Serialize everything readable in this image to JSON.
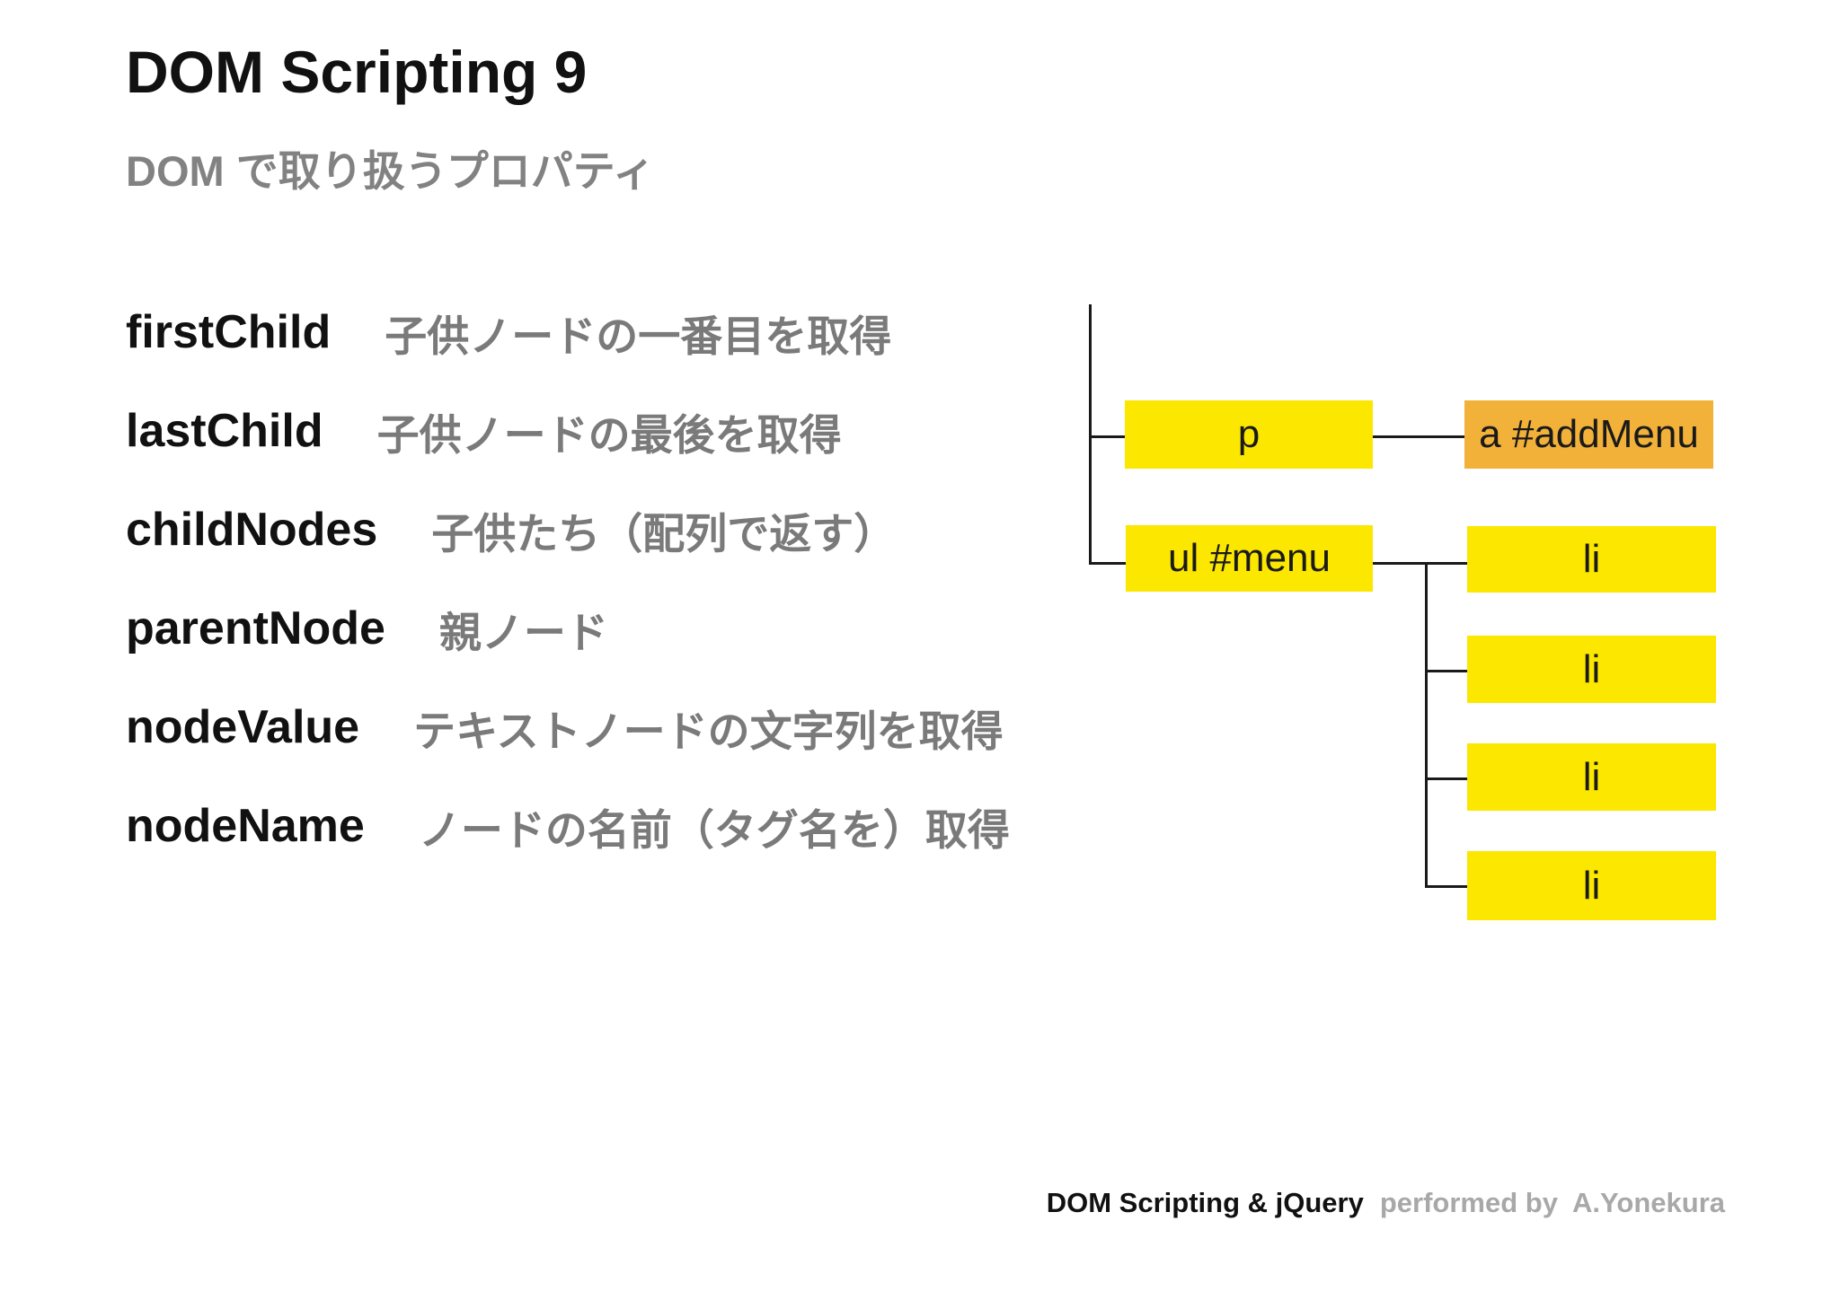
{
  "slide": {
    "title": "DOM Scripting 9",
    "subtitle": "DOM で取り扱うプロパティ"
  },
  "properties": [
    {
      "name": "firstChild",
      "description": "子供ノードの一番目を取得"
    },
    {
      "name": "lastChild",
      "description": "子供ノードの最後を取得"
    },
    {
      "name": "childNodes",
      "description": "子供たち（配列で返す）"
    },
    {
      "name": "parentNode",
      "description": "親ノード"
    },
    {
      "name": "nodeValue",
      "description": "テキストノードの文字列を取得"
    },
    {
      "name": "nodeName",
      "description": "ノードの名前（タグ名を）取得"
    }
  ],
  "diagram": {
    "nodes": {
      "p": {
        "label": "p",
        "color": "#FBE700"
      },
      "addMenu": {
        "label": "a #addMenu",
        "color": "#F2B139"
      },
      "ulMenu": {
        "label": "ul #menu",
        "color": "#FBE700"
      },
      "li1": {
        "label": "li",
        "color": "#FBE700"
      },
      "li2": {
        "label": "li",
        "color": "#FBE700"
      },
      "li3": {
        "label": "li",
        "color": "#FBE700"
      },
      "li4": {
        "label": "li",
        "color": "#FBE700"
      }
    },
    "edges": [
      "trunk→p",
      "p→a#addMenu",
      "trunk→ul#menu",
      "ul#menu→li1",
      "ul#menu→li2",
      "ul#menu→li3",
      "ul#menu→li4"
    ],
    "line_color": "#1a1a1a"
  },
  "footer": {
    "product": "DOM Scripting & jQuery",
    "credit": "performed by  A.Yonekura"
  },
  "colors": {
    "node_yellow": "#FBE700",
    "node_orange": "#F2B139",
    "text_black": "#111111",
    "text_gray": "#7a7a7a",
    "footer_gray": "#a8a8a8"
  }
}
